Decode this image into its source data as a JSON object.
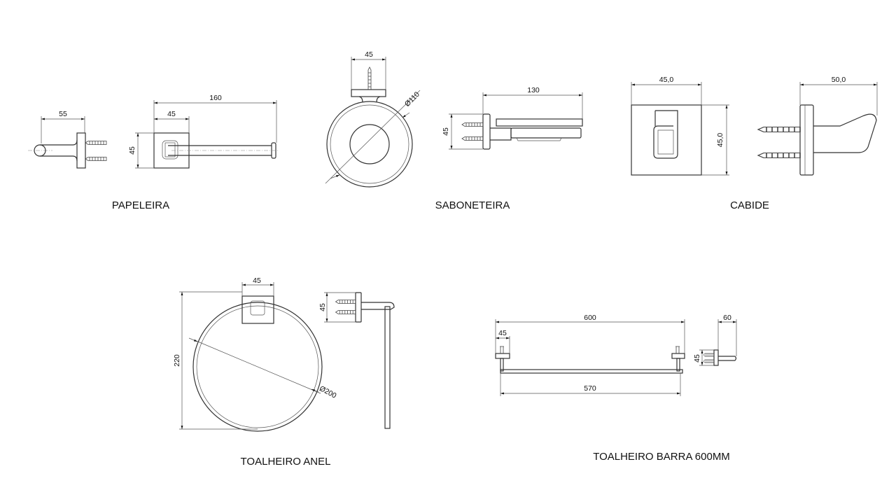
{
  "products": [
    {
      "name": "PAPELEIRA",
      "dimensions": [
        "55",
        "160",
        "45",
        "45"
      ]
    },
    {
      "name": "SABONETEIRA",
      "dimensions": [
        "45",
        "Ø110",
        "130",
        "45"
      ]
    },
    {
      "name": "CABIDE",
      "dimensions": [
        "45,0",
        "45,0",
        "50,0"
      ]
    },
    {
      "name": "TOALHEIRO ANEL",
      "dimensions": [
        "45",
        "220",
        "Ø200",
        "45"
      ]
    },
    {
      "name": "TOALHEIRO BARRA 600MM",
      "dimensions": [
        "600",
        "45",
        "570",
        "60",
        "45"
      ]
    }
  ],
  "colors": {
    "line": "#333333",
    "background": "#ffffff"
  }
}
